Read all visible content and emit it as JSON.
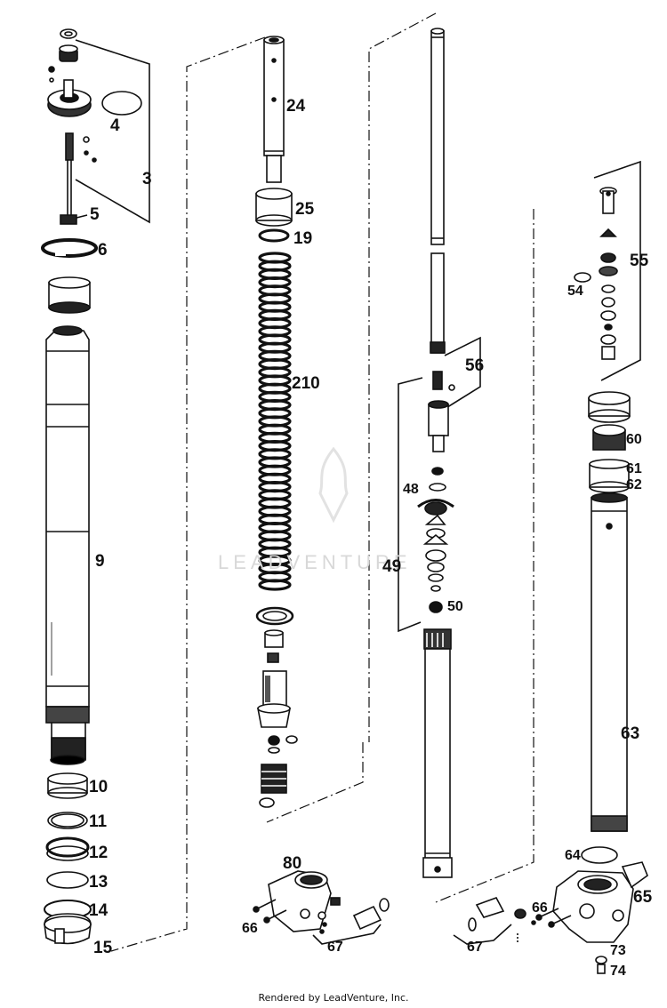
{
  "labels": {
    "l3": "3",
    "l4": "4",
    "l5": "5",
    "l6": "6",
    "l9": "9",
    "l10": "10",
    "l11": "11",
    "l12": "12",
    "l13": "13",
    "l14": "14",
    "l15": "15",
    "l24": "24",
    "l25": "25",
    "l19": "19",
    "l210": "210",
    "l80": "80",
    "l66a": "66",
    "l67a": "67",
    "l56": "56",
    "l48": "48",
    "l49": "49",
    "l50": "50",
    "l55": "55",
    "l54": "54",
    "l60": "60",
    "l61": "61",
    "l62": "62",
    "l63": "63",
    "l64": "64",
    "l65": "65",
    "l66b": "66",
    "l67b": "67",
    "l73": "73",
    "l74": "74"
  },
  "watermark": "LEADVENTURE",
  "footer": "Rendered by LeadVenture, Inc.",
  "colors": {
    "ink": "#111111",
    "watermark": "#d8d8d8"
  }
}
